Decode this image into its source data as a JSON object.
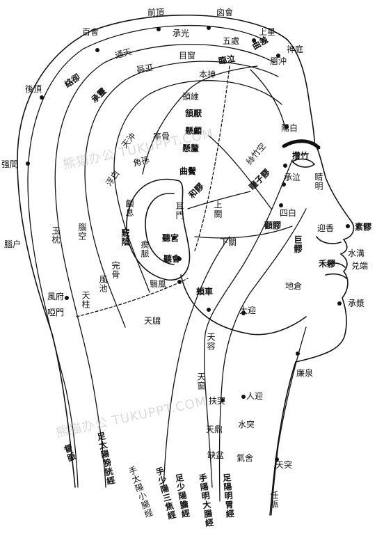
{
  "watermarks": [
    "熊猫办公 TUKUPPT.COM",
    "熊猫办公 TUKUPPT.COM"
  ],
  "points": {
    "qianding": "前頂",
    "xinhui": "囟會",
    "baihui": "百會",
    "shangxing": "上星",
    "chengguang": "承光",
    "wuchu": "五處",
    "quchai": "曲差",
    "shenting": "神庭",
    "houding": "後頂",
    "tongtian": "通天",
    "muchuang": "目窗",
    "linqi": "臨泣",
    "meichong": "眉沖",
    "luoque": "絡卻",
    "zhengying": "正營",
    "benshen": "本神",
    "chengling": "承靈",
    "touwei": "頭維",
    "hanyan": "頷厭",
    "xuanlu": "懸顱",
    "xuanli": "懸釐",
    "yangbai": "陽白",
    "zanzhu": "攢竹",
    "qiangjian": "强間",
    "tianchong": "天沖",
    "shuaigu": "率骨",
    "sizhukong": "絲竹空",
    "jingming": "睛明",
    "fubai": "浮白",
    "jiaosun": "角孫",
    "qubin": "曲鬢",
    "tongziliao": "瞳子髎",
    "chengqi": "承泣",
    "heliao": "和髎",
    "naohu": "腦户",
    "yuzhen": "玉枕",
    "naokong": "腦空",
    "luxi": "顱息",
    "ermen": "耳門",
    "shangguan": "上關",
    "sibai": "四白",
    "yingxiang": "迎香",
    "suliao": "素髎",
    "qiaoyin": "竅陰",
    "chimai": "瘈脈",
    "tinggong": "聽宮",
    "xiaguan": "下關",
    "quanliao": "顴髎",
    "juliao": "巨髎",
    "shuigou": "水溝",
    "heliao2": "禾髎",
    "duiduan": "兑端",
    "wangu": "完骨",
    "tinghui": "聽會",
    "fengchi": "風池",
    "yifeng": "翳風",
    "dicang": "地倉",
    "fengfu": "風府",
    "tianzhu": "天柱",
    "jiache": "頰車",
    "chengjiang": "承漿",
    "yamen": "啞門",
    "tianyou": "天牖",
    "daying": "大迎",
    "tianrong": "天容",
    "lianquan": "廉泉",
    "tianchuang": "天窗",
    "futu": "扶突",
    "renying": "人迎",
    "tianding": "天鼎",
    "shuitu": "水突",
    "quepen": "缺盆",
    "qishe": "氣舍",
    "tiantu": "天突"
  },
  "meridians": {
    "dumai": "督脈",
    "taiyang_bladder": "足太陽膀胱經",
    "taiyang_smallint": "手太陽小腸經",
    "shaoyang_sanjiao": "手少陽三焦經",
    "shaoyang_gall": "足少陽膽經",
    "yangming_largeint": "手陽明大腸經",
    "yangming_stomach": "足陽明胃經",
    "renmai": "任脈"
  },
  "colors": {
    "ink": "#111111",
    "paper": "#ffffff",
    "watermark": "#bdbdbd"
  }
}
